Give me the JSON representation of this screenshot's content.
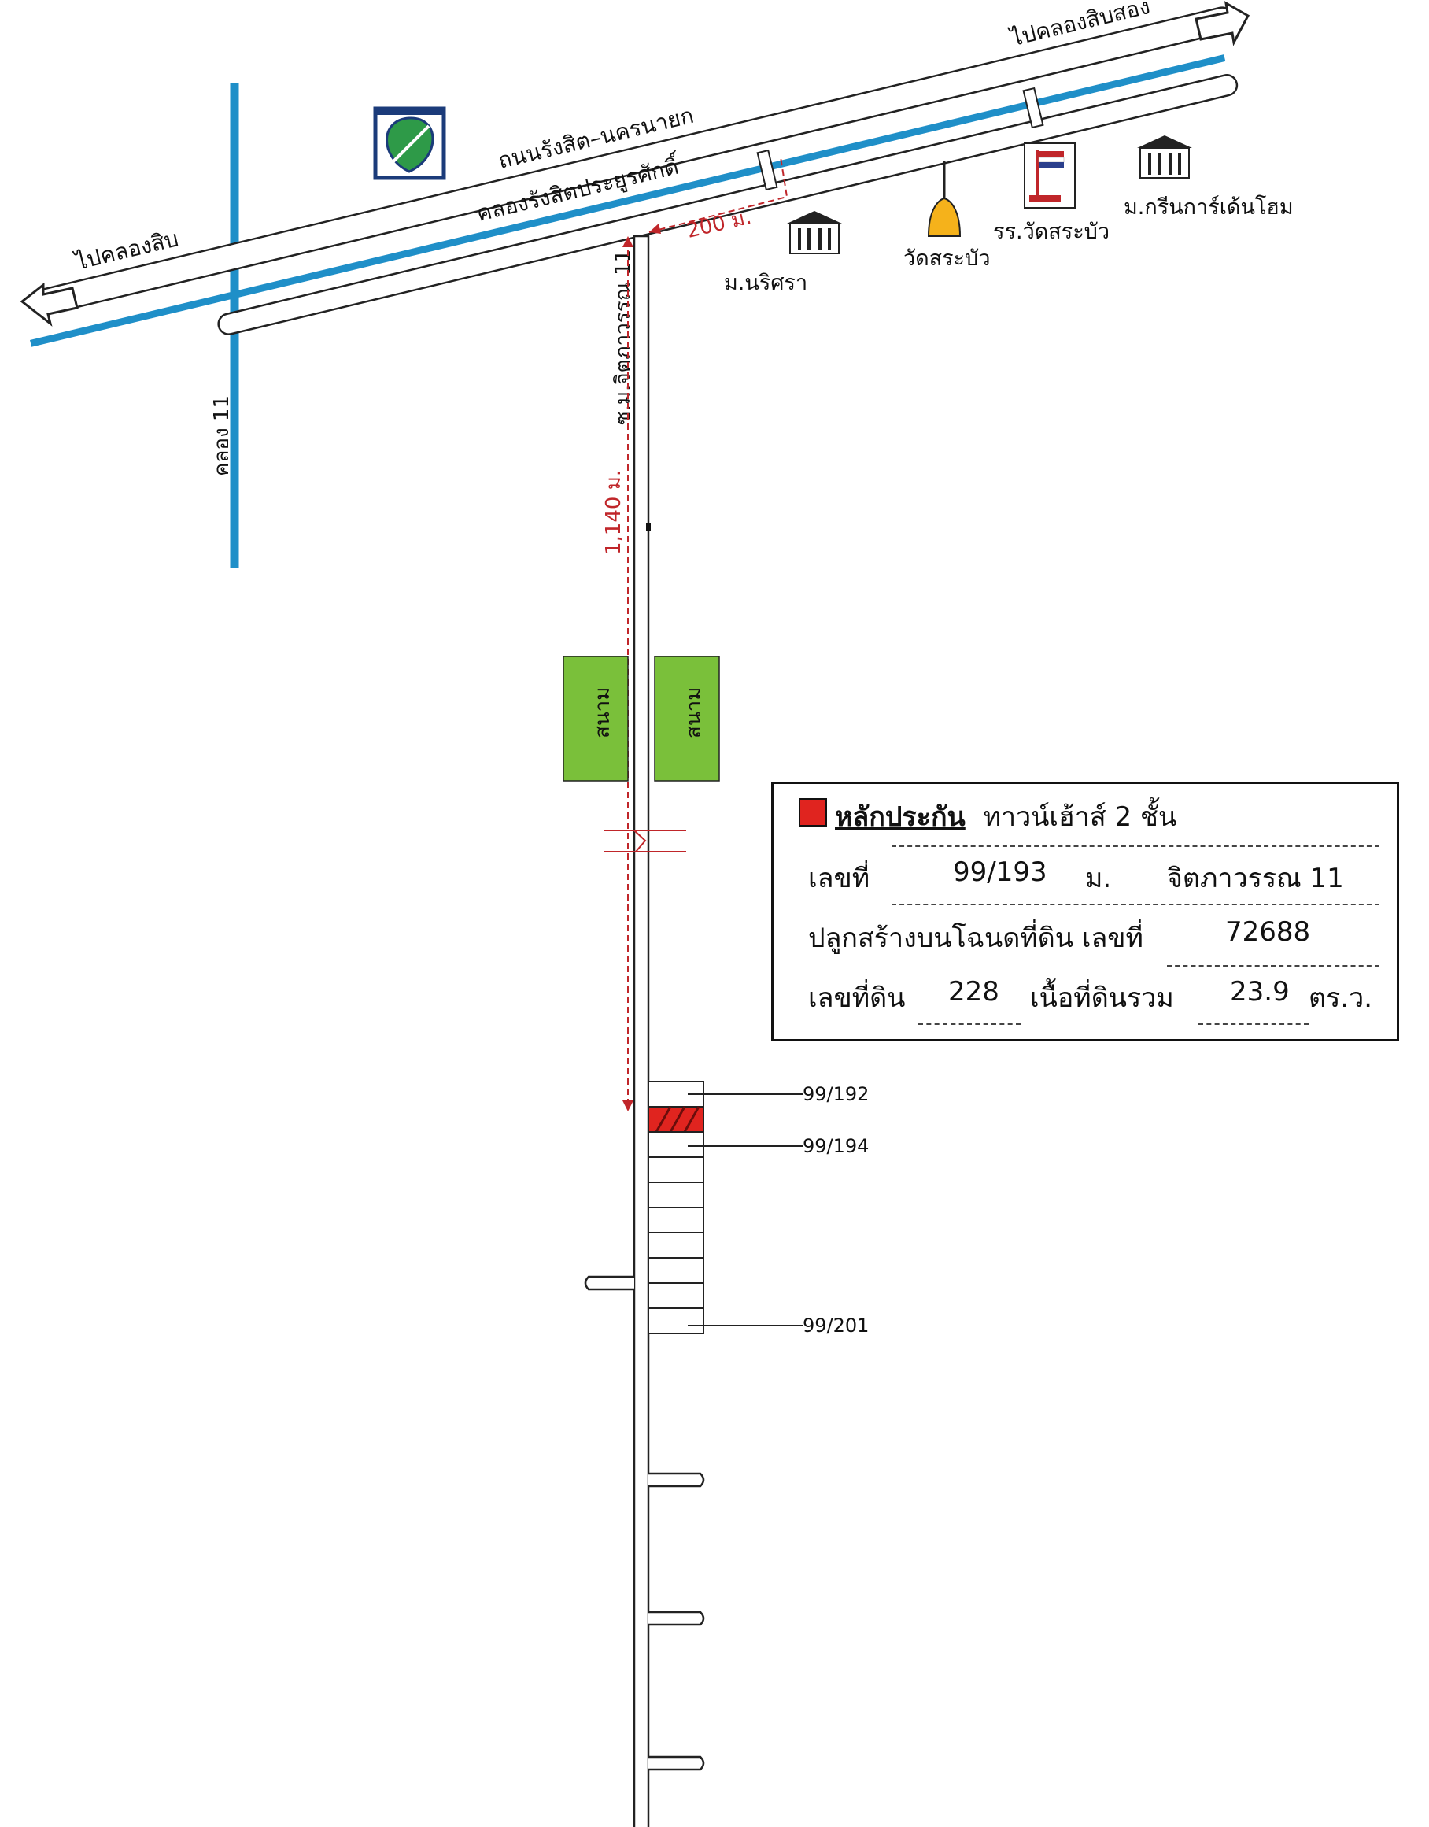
{
  "roads": {
    "highway_name": "ถนนรังสิต–นครนายก",
    "canal_main_name": "คลองรังสิตประยูรศักดิ์",
    "to_left": "ไปคลองสิบ",
    "to_right": "ไปคลองสิบสอง",
    "canal_11": "คลอง 11",
    "soi_name": "ซ.ม.จิตภาวรรณ 11",
    "dist_200": "200 ม.",
    "dist_1140": "1,140 ม."
  },
  "landmarks": {
    "narisara": "ม.นริศรา",
    "wat": "วัดสระบัว",
    "school": "รร.วัดสระบัว",
    "green_garden": "ม.กรีนการ์เด้นโฮม",
    "field_left": "สนาม",
    "field_right": "สนาม"
  },
  "units": {
    "u192": "99/192",
    "u194": "99/194",
    "u201": "99/201"
  },
  "legend": {
    "title": "หลักประกัน",
    "type": "ทาวน์เฮ้าส์ 2 ชั้น",
    "no_label": "เลขที่",
    "no_value": "99/193",
    "village_label": "ม.",
    "village_value": "จิตภาวรรณ 11",
    "deed_label": "ปลูกสร้างบนโฉนดที่ดิน เลขที่",
    "deed_value": "72688",
    "land_no_label": "เลขที่ดิน",
    "land_no_value": "228",
    "area_label": "เนื้อที่ดินรวม",
    "area_value": "23.9",
    "area_unit": "ตร.ว."
  },
  "colors": {
    "canal": "#1f8fc8",
    "field": "#7ac03a",
    "collateral": "#e0241f",
    "distance": "#c0262a"
  },
  "icons": [
    "gas-station-logo-icon",
    "village-gate-icon",
    "temple-stupa-icon",
    "school-flag-icon",
    "arrow-left-icon",
    "arrow-right-icon"
  ]
}
